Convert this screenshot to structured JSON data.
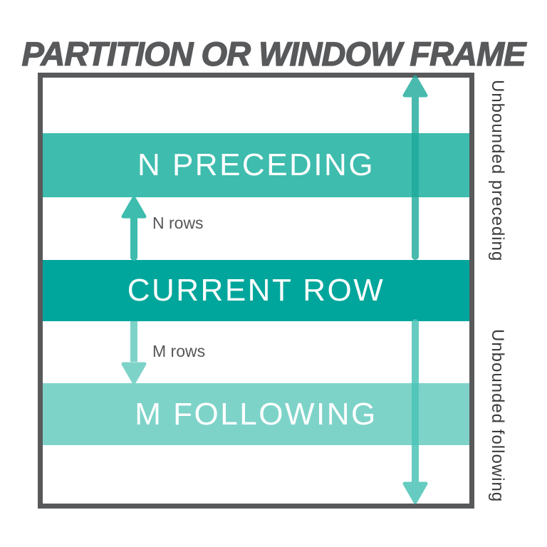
{
  "title": "PARTITION OR WINDOW FRAME",
  "frame": {
    "bands": [
      {
        "id": "n-preceding",
        "label": "N PRECEDING"
      },
      {
        "id": "current-row",
        "label": "CURRENT ROW"
      },
      {
        "id": "m-following",
        "label": "M FOLLOWING"
      }
    ],
    "row_arrows": [
      {
        "id": "n-rows",
        "label": "N rows",
        "direction": "up"
      },
      {
        "id": "m-rows",
        "label": "M rows",
        "direction": "down"
      }
    ]
  },
  "side_labels": [
    {
      "id": "unbounded-preceding",
      "text": "Unbounded preceding"
    },
    {
      "id": "unbounded-following",
      "text": "Unbounded following"
    }
  ],
  "colors": {
    "background": "#ffffff",
    "title": "#58595b",
    "frame_border": "#58595b",
    "band_n_preceding": "#3ebcae",
    "band_current_row": "#00a69b",
    "band_m_following": "#7ed3c9",
    "band_text": "#ffffff",
    "arrow_n_rows": "#3ebcae",
    "arrow_m_rows": "#7ed3c9",
    "arrow_unbounded_preceding": "#1daa9b",
    "arrow_unbounded_following": "#4cc4b7",
    "rows_label": "#55575a",
    "side_label": "#3c3c3c"
  }
}
